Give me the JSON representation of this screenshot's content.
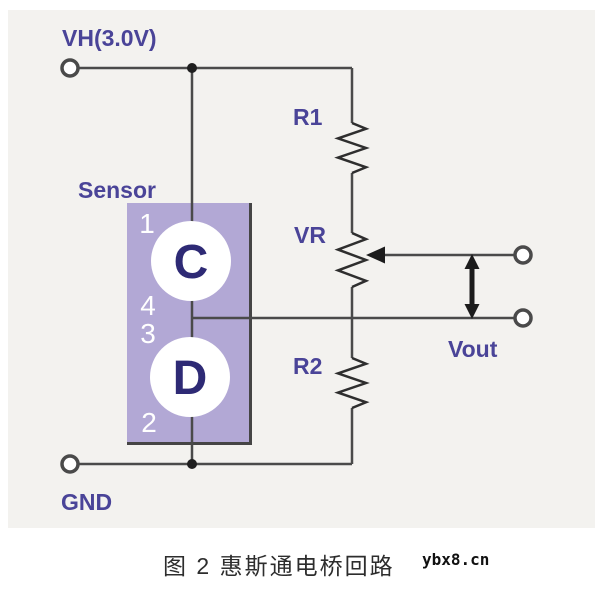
{
  "colors": {
    "panel_bg": "#f3f2ef",
    "label_text": "#4a4498",
    "wire": "#4a4a4a",
    "resistor_stroke": "#2e2e2e",
    "arrow": "#1c1c1c",
    "sensor_box": "#b2a8d5",
    "sensor_box_shadow": "#454545",
    "sensor_letter": "#2e2a75",
    "pin_text": "#ffffff",
    "caption_text": "#2d2d2d"
  },
  "circuit": {
    "supply_label": "VH(3.0V)",
    "ground_label": "GND",
    "sensor_label": "Sensor",
    "r1_label": "R1",
    "vr_label": "VR",
    "r2_label": "R2",
    "vout_label": "Vout",
    "sensor": {
      "element_top": "C",
      "element_bottom": "D",
      "pin_top": "1",
      "pin_mid_upper": "4",
      "pin_mid_lower": "3",
      "pin_bottom": "2"
    }
  },
  "caption": {
    "figure_text": "图 2 惠斯通电桥回路",
    "watermark": "ybx8.cn"
  }
}
